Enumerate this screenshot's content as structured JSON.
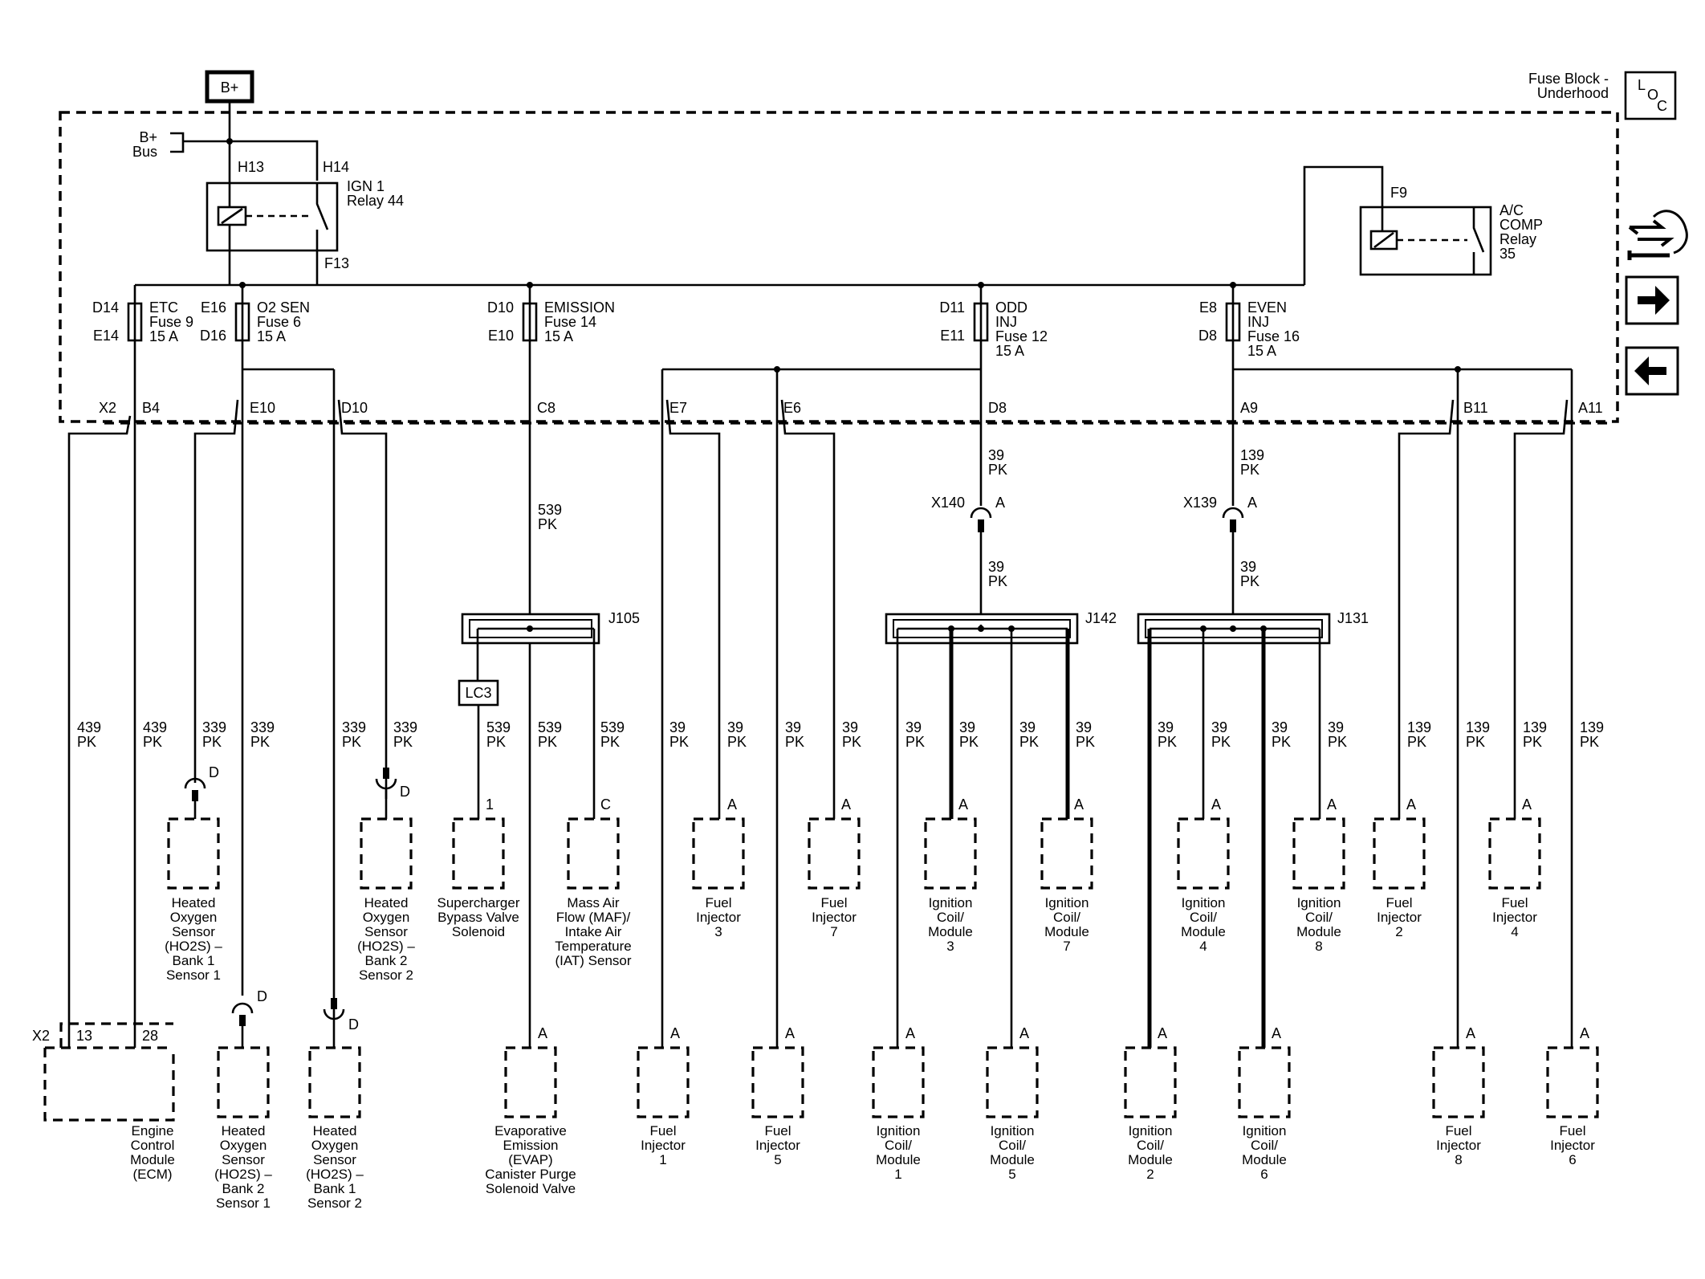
{
  "header": {
    "power_label": "B+",
    "bus_label": "B+\nBus",
    "location_title": "Fuse Block -\nUnderhood",
    "loc_letters": [
      "L",
      "O",
      "C"
    ]
  },
  "relays": [
    {
      "id": "ign1",
      "label": "IGN 1\nRelay 44",
      "pins": [
        "H13",
        "H14",
        "F13"
      ]
    },
    {
      "id": "accomp",
      "label": "A/C\nCOMP\nRelay\n35",
      "pins": [
        "F9"
      ]
    }
  ],
  "fuses": [
    {
      "id": "etc",
      "label": "ETC\nFuse 9\n15 A",
      "pin_top": "D14",
      "pin_bottom": "E14"
    },
    {
      "id": "o2sen",
      "label": "O2 SEN\nFuse 6\n15 A",
      "pin_top": "E16",
      "pin_bottom": "D16"
    },
    {
      "id": "emission",
      "label": "EMISSION\nFuse 14\n15 A",
      "pin_top": "D10",
      "pin_bottom": "E10"
    },
    {
      "id": "oddinj",
      "label": "ODD\nINJ\nFuse 12\n15 A",
      "pin_top": "D11",
      "pin_bottom": "E11"
    },
    {
      "id": "eveninj",
      "label": "EVEN\nINJ\nFuse 16\n15 A",
      "pin_top": "E8",
      "pin_bottom": "D8"
    }
  ],
  "connector_pins": [
    "X2",
    "B4",
    "E10",
    "D10",
    "C8",
    "E7",
    "E6",
    "D8",
    "A9",
    "B11",
    "A11"
  ],
  "inline_connectors": [
    {
      "id": "x140",
      "name": "X140",
      "pin": "A"
    },
    {
      "id": "x139",
      "name": "X139",
      "pin": "A"
    }
  ],
  "splices": [
    "J105",
    "J142",
    "J131"
  ],
  "lc3": "LC3",
  "wires": {
    "w539": "539\nPK",
    "w39": "39\nPK",
    "w139": "139\nPK",
    "w439": "439\nPK",
    "w339": "339\nPK"
  },
  "pin_letters": {
    "a": "A",
    "c": "C",
    "d": "D",
    "one": "1"
  },
  "ecm_pins": {
    "conn": "X2",
    "p13": "13",
    "p28": "28"
  },
  "components_top": [
    {
      "id": "ho2s-b1s1",
      "label": "Heated\nOxygen\nSensor\n(HO2S)  –\nBank 1\nSensor 1"
    },
    {
      "id": "ho2s-b2s2",
      "label": "Heated\nOxygen\nSensor\n(HO2S)  –\nBank 2\nSensor 2"
    },
    {
      "id": "scbv",
      "label": "Supercharger\nBypass Valve\nSolenoid"
    },
    {
      "id": "maf",
      "label": "Mass Air\nFlow (MAF)/\nIntake Air\nTemperature\n(IAT) Sensor"
    },
    {
      "id": "inj3",
      "label": "Fuel\nInjector\n3"
    },
    {
      "id": "inj7",
      "label": "Fuel\nInjector\n7"
    },
    {
      "id": "coil3",
      "label": "Ignition\nCoil/\nModule\n3"
    },
    {
      "id": "coil7",
      "label": "Ignition\nCoil/\nModule\n7"
    },
    {
      "id": "coil4",
      "label": "Ignition\nCoil/\nModule\n4"
    },
    {
      "id": "coil8",
      "label": "Ignition\nCoil/\nModule\n8"
    },
    {
      "id": "inj2",
      "label": "Fuel\nInjector\n2"
    },
    {
      "id": "inj4",
      "label": "Fuel\nInjector\n4"
    }
  ],
  "components_bottom": [
    {
      "id": "ecm",
      "label": "Engine\nControl\nModule\n(ECM)"
    },
    {
      "id": "ho2s-b2s1",
      "label": "Heated\nOxygen\nSensor\n(HO2S)  –\nBank 2\nSensor 1"
    },
    {
      "id": "ho2s-b1s2",
      "label": "Heated\nOxygen\nSensor\n(HO2S)  –\nBank 1\nSensor 2"
    },
    {
      "id": "evap",
      "label": "Evaporative\nEmission\n(EVAP)\nCanister Purge\nSolenoid Valve"
    },
    {
      "id": "inj1",
      "label": "Fuel\nInjector\n1"
    },
    {
      "id": "inj5",
      "label": "Fuel\nInjector\n5"
    },
    {
      "id": "coil1",
      "label": "Ignition\nCoil/\nModule\n1"
    },
    {
      "id": "coil5",
      "label": "Ignition\nCoil/\nModule\n5"
    },
    {
      "id": "coil2",
      "label": "Ignition\nCoil/\nModule\n2"
    },
    {
      "id": "coil6",
      "label": "Ignition\nCoil/\nModule\n6"
    },
    {
      "id": "inj8",
      "label": "Fuel\nInjector\n8"
    },
    {
      "id": "inj6",
      "label": "Fuel\nInjector\n6"
    }
  ],
  "nav": {
    "icons": [
      "component-locator-icon",
      "next-page-arrow-icon",
      "previous-page-arrow-icon"
    ]
  }
}
